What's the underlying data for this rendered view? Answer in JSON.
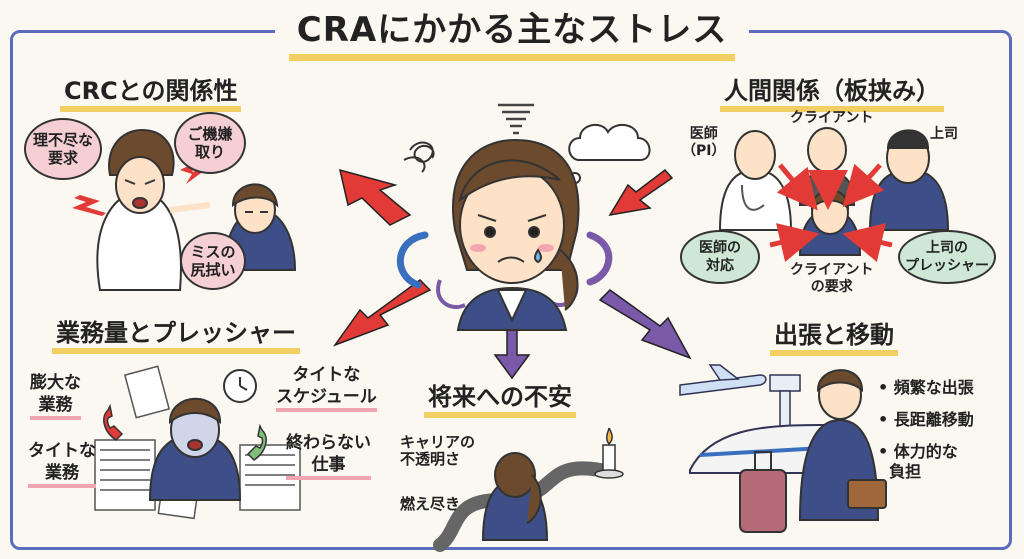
{
  "title": "CRAにかかる主なストレス",
  "sections": {
    "crc": {
      "heading": "CRCとの関係性",
      "bubbles": [
        "理不尽な\n要求",
        "ご機嫌\n取り",
        "ミスの\n尻拭い"
      ]
    },
    "relations": {
      "heading": "人間関係（板挟み）",
      "labels": {
        "doctor": "医師\n（PI）",
        "client": "クライアント",
        "boss": "上司",
        "client_demand": "クライアント\nの要求"
      },
      "bubbles": [
        "医師の\n対応",
        "上司の\nプレッシャー"
      ]
    },
    "workload": {
      "heading": "業務量とプレッシャー",
      "items": [
        "膨大な\n業務",
        "タイトな\nスケジュール",
        "タイトな\n業務",
        "終わらない\n仕事"
      ]
    },
    "future": {
      "heading": "将来への不安",
      "items": [
        "キャリアの\n不透明さ",
        "燃え尽き"
      ]
    },
    "travel": {
      "heading": "出張と移動",
      "bullets": [
        "• 頻繁な出張",
        "• 長距離移動",
        "• 体力的な\n  負担"
      ]
    }
  },
  "colors": {
    "frame": "#5d6bbf",
    "highlight": "#f3cf63",
    "arrow_red": "#e23a36",
    "arrow_purple": "#7a5aa8",
    "pink_bubble": "#f6cfd5",
    "green_bubble": "#cfe8d6"
  },
  "icons": [
    "stress-cloud-icon",
    "clock-icon",
    "phone-icon",
    "candle-icon",
    "airplane-icon",
    "train-icon",
    "suitcase-icon"
  ]
}
